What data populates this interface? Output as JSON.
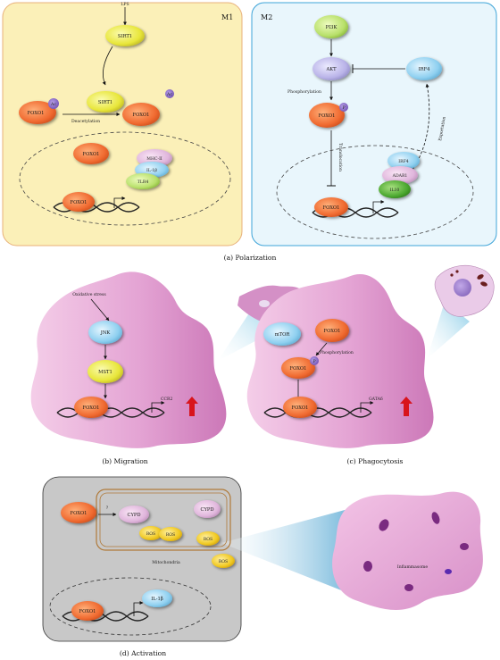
{
  "panel_a": {
    "caption": "(a)  Polarization",
    "m1": {
      "title": "M1",
      "stimulus": "LPS",
      "sirt1_top": "SIRT1",
      "sirt1_mid": "SIRT1",
      "foxo1_ac": "FOXO1",
      "ac_badge": "Ac",
      "ac_free": "Ac",
      "deacetylation": "Deacetylation",
      "foxo1_deac": "FOXO1",
      "foxo1_nuc": "FOXO1",
      "mhc": "MHC-II",
      "il1b": "IL-1β",
      "tlr4": "TLR4",
      "foxo1_dna": "FOXO1"
    },
    "m2": {
      "title": "M2",
      "pi3k": "PI3K",
      "akt": "AKT",
      "irf4_top": "IRF4",
      "phosphorylation": "Phosphorylation",
      "foxo1_p": "FOXO1",
      "p_badge": "P",
      "translocation": "Translocation",
      "exportation": "Exportation",
      "irf4": "IRF4",
      "adar1": "ADAR1",
      "il10": "IL10",
      "foxo1_dna": "FOXO1"
    }
  },
  "panel_b": {
    "caption": "(b)  Migration",
    "oxidative": "Oxidative stress",
    "jnk": "JNK",
    "mst1": "MST1",
    "foxo1": "FOXO1",
    "ccr2": "CCR2"
  },
  "panel_c": {
    "caption": "(c)  Phagocytosis",
    "mtor": "mTOR",
    "foxo1_top": "FOXO1",
    "phosphorylation": "Phosphorylation",
    "foxo1_p": "FOXO1",
    "p_badge": "P",
    "foxo1_dna": "FOXO1",
    "gata6": "GATA6"
  },
  "panel_d": {
    "caption": "(d)  Activation",
    "foxo1": "FOXO1",
    "question": "?",
    "cypd1": "CYPD",
    "cypd2": "CYPD",
    "ros1": "ROS",
    "ros2": "ROS",
    "ros3": "ROS",
    "ros4": "ROS",
    "mitochondria": "Mitochondria",
    "foxo1_dna": "FOXO1",
    "il1b": "IL-1β",
    "inflammasome": "Inflammasome"
  },
  "colors": {
    "m1_bg": "#fbf0b8",
    "m1_border": "#e8b07a",
    "m2_bg": "#e9f6fc",
    "m2_border": "#3ea4d8",
    "cell_pink": "#d98fc4",
    "foxo1_orange": "#f06a30",
    "sirt1_yellow": "#e8e63a",
    "akt_lavender": "#b9b3e8",
    "irf4_blue": "#8fd0f0",
    "pi3k_green": "#b8e06a",
    "arrow_red": "#d8141c",
    "activation_bg": "#c8c8c8"
  }
}
